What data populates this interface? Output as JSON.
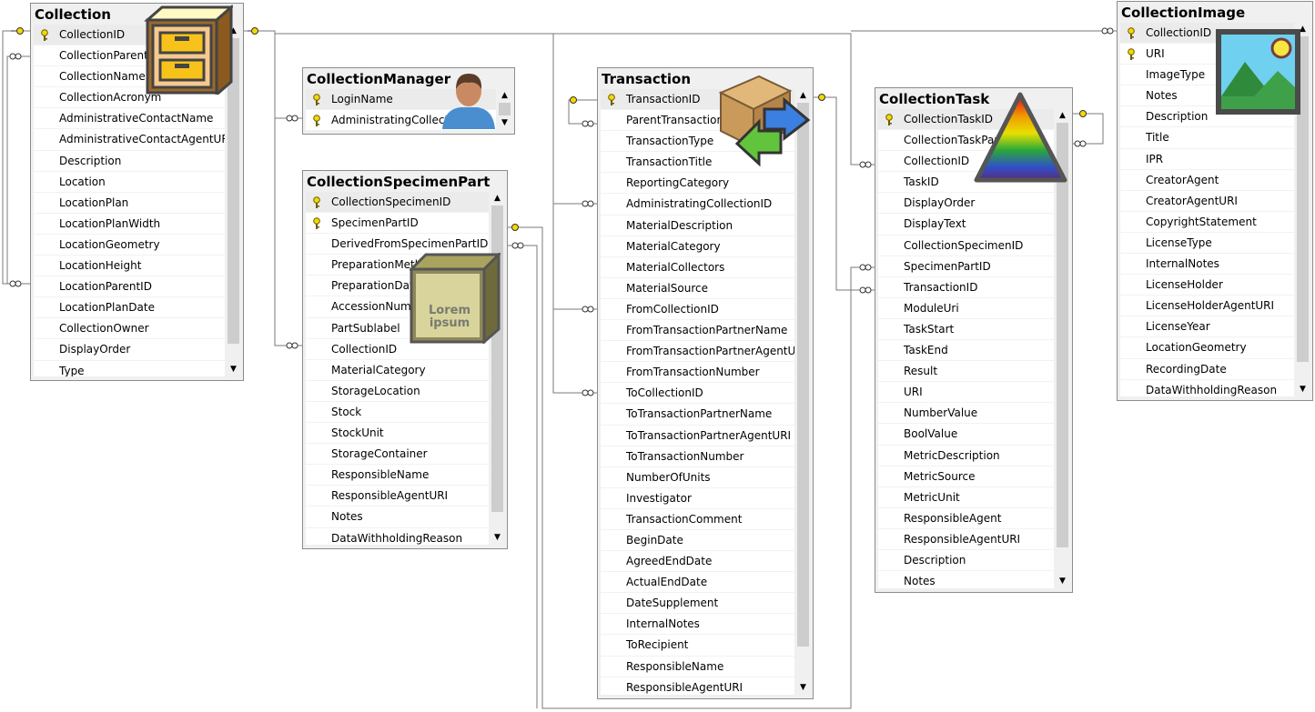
{
  "tables": [
    {
      "id": "collection",
      "title": "Collection",
      "icon": "cabinet-icon",
      "rows": [
        {
          "name": "CollectionID",
          "pk": true
        },
        {
          "name": "CollectionParentID"
        },
        {
          "name": "CollectionName"
        },
        {
          "name": "CollectionAcronym"
        },
        {
          "name": "AdministrativeContactName"
        },
        {
          "name": "AdministrativeContactAgentURI"
        },
        {
          "name": "Description"
        },
        {
          "name": "Location"
        },
        {
          "name": "LocationPlan"
        },
        {
          "name": "LocationPlanWidth"
        },
        {
          "name": "LocationGeometry"
        },
        {
          "name": "LocationHeight"
        },
        {
          "name": "LocationParentID"
        },
        {
          "name": "LocationPlanDate"
        },
        {
          "name": "CollectionOwner"
        },
        {
          "name": "DisplayOrder"
        },
        {
          "name": "Type"
        }
      ]
    },
    {
      "id": "collectionmanager",
      "title": "CollectionManager",
      "icon": "person-icon",
      "rows": [
        {
          "name": "LoginName",
          "pk": true
        },
        {
          "name": "AdministratingCollectionID",
          "pk": true
        }
      ]
    },
    {
      "id": "collectionspecimenpart",
      "title": "CollectionSpecimenPart",
      "icon": "lorem-cube-icon",
      "icon_text": "Lorem ipsum",
      "rows": [
        {
          "name": "CollectionSpecimenID",
          "pk": true
        },
        {
          "name": "SpecimenPartID",
          "pk": true
        },
        {
          "name": "DerivedFromSpecimenPartID"
        },
        {
          "name": "PreparationMethod"
        },
        {
          "name": "PreparationDate"
        },
        {
          "name": "AccessionNumber"
        },
        {
          "name": "PartSublabel"
        },
        {
          "name": "CollectionID"
        },
        {
          "name": "MaterialCategory"
        },
        {
          "name": "StorageLocation"
        },
        {
          "name": "Stock"
        },
        {
          "name": "StockUnit"
        },
        {
          "name": "StorageContainer"
        },
        {
          "name": "ResponsibleName"
        },
        {
          "name": "ResponsibleAgentURI"
        },
        {
          "name": "Notes"
        },
        {
          "name": "DataWithholdingReason"
        }
      ]
    },
    {
      "id": "transaction",
      "title": "Transaction",
      "icon": "package-exchange-icon",
      "rows": [
        {
          "name": "TransactionID",
          "pk": true
        },
        {
          "name": "ParentTransactionID"
        },
        {
          "name": "TransactionType"
        },
        {
          "name": "TransactionTitle"
        },
        {
          "name": "ReportingCategory"
        },
        {
          "name": "AdministratingCollectionID"
        },
        {
          "name": "MaterialDescription"
        },
        {
          "name": "MaterialCategory"
        },
        {
          "name": "MaterialCollectors"
        },
        {
          "name": "MaterialSource"
        },
        {
          "name": "FromCollectionID"
        },
        {
          "name": "FromTransactionPartnerName"
        },
        {
          "name": "FromTransactionPartnerAgentURI"
        },
        {
          "name": "FromTransactionNumber"
        },
        {
          "name": "ToCollectionID"
        },
        {
          "name": "ToTransactionPartnerName"
        },
        {
          "name": "ToTransactionPartnerAgentURI"
        },
        {
          "name": "ToTransactionNumber"
        },
        {
          "name": "NumberOfUnits"
        },
        {
          "name": "Investigator"
        },
        {
          "name": "TransactionComment"
        },
        {
          "name": "BeginDate"
        },
        {
          "name": "AgreedEndDate"
        },
        {
          "name": "ActualEndDate"
        },
        {
          "name": "DateSupplement"
        },
        {
          "name": "InternalNotes"
        },
        {
          "name": "ToRecipient"
        },
        {
          "name": "ResponsibleName"
        },
        {
          "name": "ResponsibleAgentURI"
        }
      ]
    },
    {
      "id": "collectiontask",
      "title": "CollectionTask",
      "icon": "rainbow-triangle-icon",
      "rows": [
        {
          "name": "CollectionTaskID",
          "pk": true
        },
        {
          "name": "CollectionTaskParentID"
        },
        {
          "name": "CollectionID"
        },
        {
          "name": "TaskID"
        },
        {
          "name": "DisplayOrder"
        },
        {
          "name": "DisplayText"
        },
        {
          "name": "CollectionSpecimenID"
        },
        {
          "name": "SpecimenPartID"
        },
        {
          "name": "TransactionID"
        },
        {
          "name": "ModuleUri"
        },
        {
          "name": "TaskStart"
        },
        {
          "name": "TaskEnd"
        },
        {
          "name": "Result"
        },
        {
          "name": "URI"
        },
        {
          "name": "NumberValue"
        },
        {
          "name": "BoolValue"
        },
        {
          "name": "MetricDescription"
        },
        {
          "name": "MetricSource"
        },
        {
          "name": "MetricUnit"
        },
        {
          "name": "ResponsibleAgent"
        },
        {
          "name": "ResponsibleAgentURI"
        },
        {
          "name": "Description"
        },
        {
          "name": "Notes"
        }
      ]
    },
    {
      "id": "collectionimage",
      "title": "CollectionImage",
      "icon": "landscape-picture-icon",
      "rows": [
        {
          "name": "CollectionID",
          "pk": true
        },
        {
          "name": "URI",
          "pk": true
        },
        {
          "name": "ImageType"
        },
        {
          "name": "Notes"
        },
        {
          "name": "Description"
        },
        {
          "name": "Title"
        },
        {
          "name": "IPR"
        },
        {
          "name": "CreatorAgent"
        },
        {
          "name": "CreatorAgentURI"
        },
        {
          "name": "CopyrightStatement"
        },
        {
          "name": "LicenseType"
        },
        {
          "name": "InternalNotes"
        },
        {
          "name": "LicenseHolder"
        },
        {
          "name": "LicenseHolderAgentURI"
        },
        {
          "name": "LicenseYear"
        },
        {
          "name": "LocationGeometry"
        },
        {
          "name": "RecordingDate"
        },
        {
          "name": "DataWithholdingReason"
        }
      ]
    }
  ],
  "colors": {
    "line": "#808080",
    "key": "#f5d800",
    "border": "#8c8c8c",
    "title_bg": "#f0f0f0"
  }
}
